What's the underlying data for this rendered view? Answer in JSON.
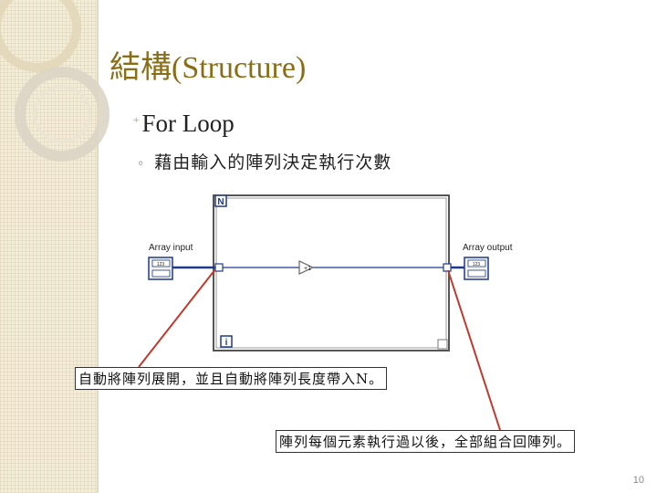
{
  "slide": {
    "title": "結構(Structure)",
    "bullet1": "For Loop",
    "bullet2": "藉由輸入的陣列決定執行次數",
    "page_number": "10"
  },
  "diagram": {
    "input_label": "Array input",
    "output_label": "Array output",
    "count_terminal": "N",
    "iteration_terminal": "i",
    "input_indicator": "123",
    "output_indicator": "123"
  },
  "callouts": {
    "left": "自動將陣列展開，並且自動將陣列長度帶入N。",
    "right": "陣列每個元素執行過以後，全部組合回陣列。"
  },
  "colors": {
    "title": "#8a6d17",
    "wire": "#1f3a8a",
    "arrow": "#c0392b"
  }
}
